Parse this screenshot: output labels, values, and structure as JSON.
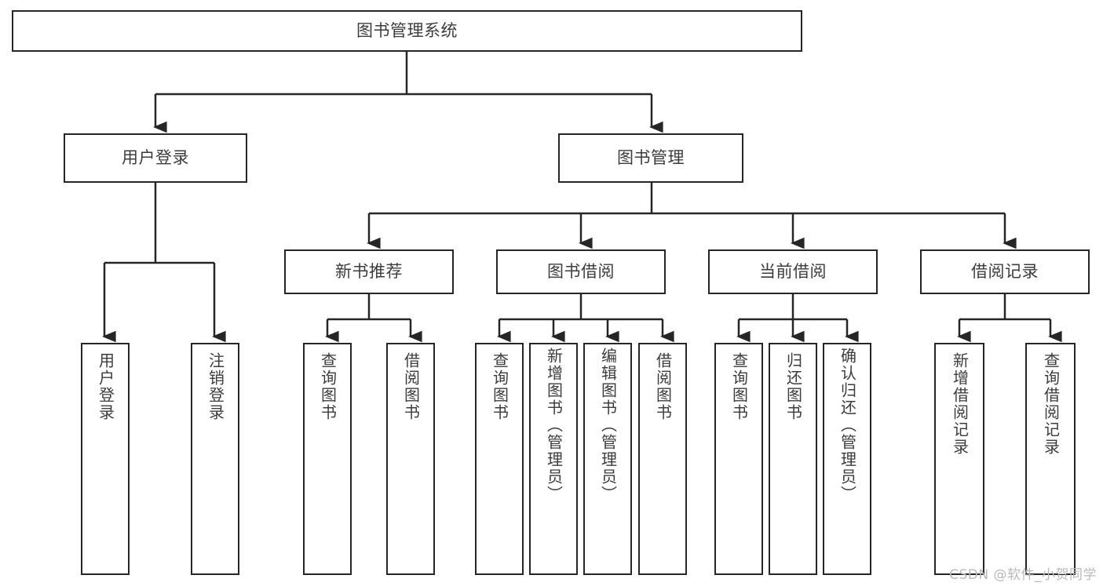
{
  "diagram": {
    "title": "图书管理系统",
    "type": "tree-hierarchy",
    "root": {
      "id": "root",
      "label": "图书管理系统"
    },
    "level2": [
      {
        "id": "user-login",
        "label": "用户登录"
      },
      {
        "id": "book-manage",
        "label": "图书管理"
      }
    ],
    "level3": [
      {
        "id": "new-book-recommend",
        "label": "新书推荐"
      },
      {
        "id": "book-borrow",
        "label": "图书借阅"
      },
      {
        "id": "current-borrow",
        "label": "当前借阅"
      },
      {
        "id": "borrow-record",
        "label": "借阅记录"
      }
    ],
    "leaves": {
      "user_login": [
        {
          "id": "leaf-user-login",
          "label": "用户登录"
        },
        {
          "id": "leaf-logout-login",
          "label": "注销登录"
        }
      ],
      "new_book_recommend": [
        {
          "id": "leaf-query-book-1",
          "label": "查询图书"
        },
        {
          "id": "leaf-borrow-book-1",
          "label": "借阅图书"
        }
      ],
      "book_borrow": [
        {
          "id": "leaf-query-book-2",
          "label": "查询图书"
        },
        {
          "id": "leaf-add-book",
          "label": "新增图书（管理员）"
        },
        {
          "id": "leaf-edit-book",
          "label": "编辑图书（管理员）"
        },
        {
          "id": "leaf-borrow-book-2",
          "label": "借阅图书"
        }
      ],
      "current_borrow": [
        {
          "id": "leaf-query-book-3",
          "label": "查询图书"
        },
        {
          "id": "leaf-return-book",
          "label": "归还图书"
        },
        {
          "id": "leaf-confirm-return",
          "label": "确认归还（管理员）"
        }
      ],
      "borrow_record": [
        {
          "id": "leaf-add-record",
          "label": "新增借阅记录"
        },
        {
          "id": "leaf-query-record",
          "label": "查询借阅记录"
        }
      ]
    }
  },
  "watermark": {
    "text": "CSDN @软件_小贺同学"
  },
  "colors": {
    "stroke": "#262626",
    "text": "#3c3c3c",
    "background": "#ffffff",
    "watermark": "#b9b9b9"
  }
}
